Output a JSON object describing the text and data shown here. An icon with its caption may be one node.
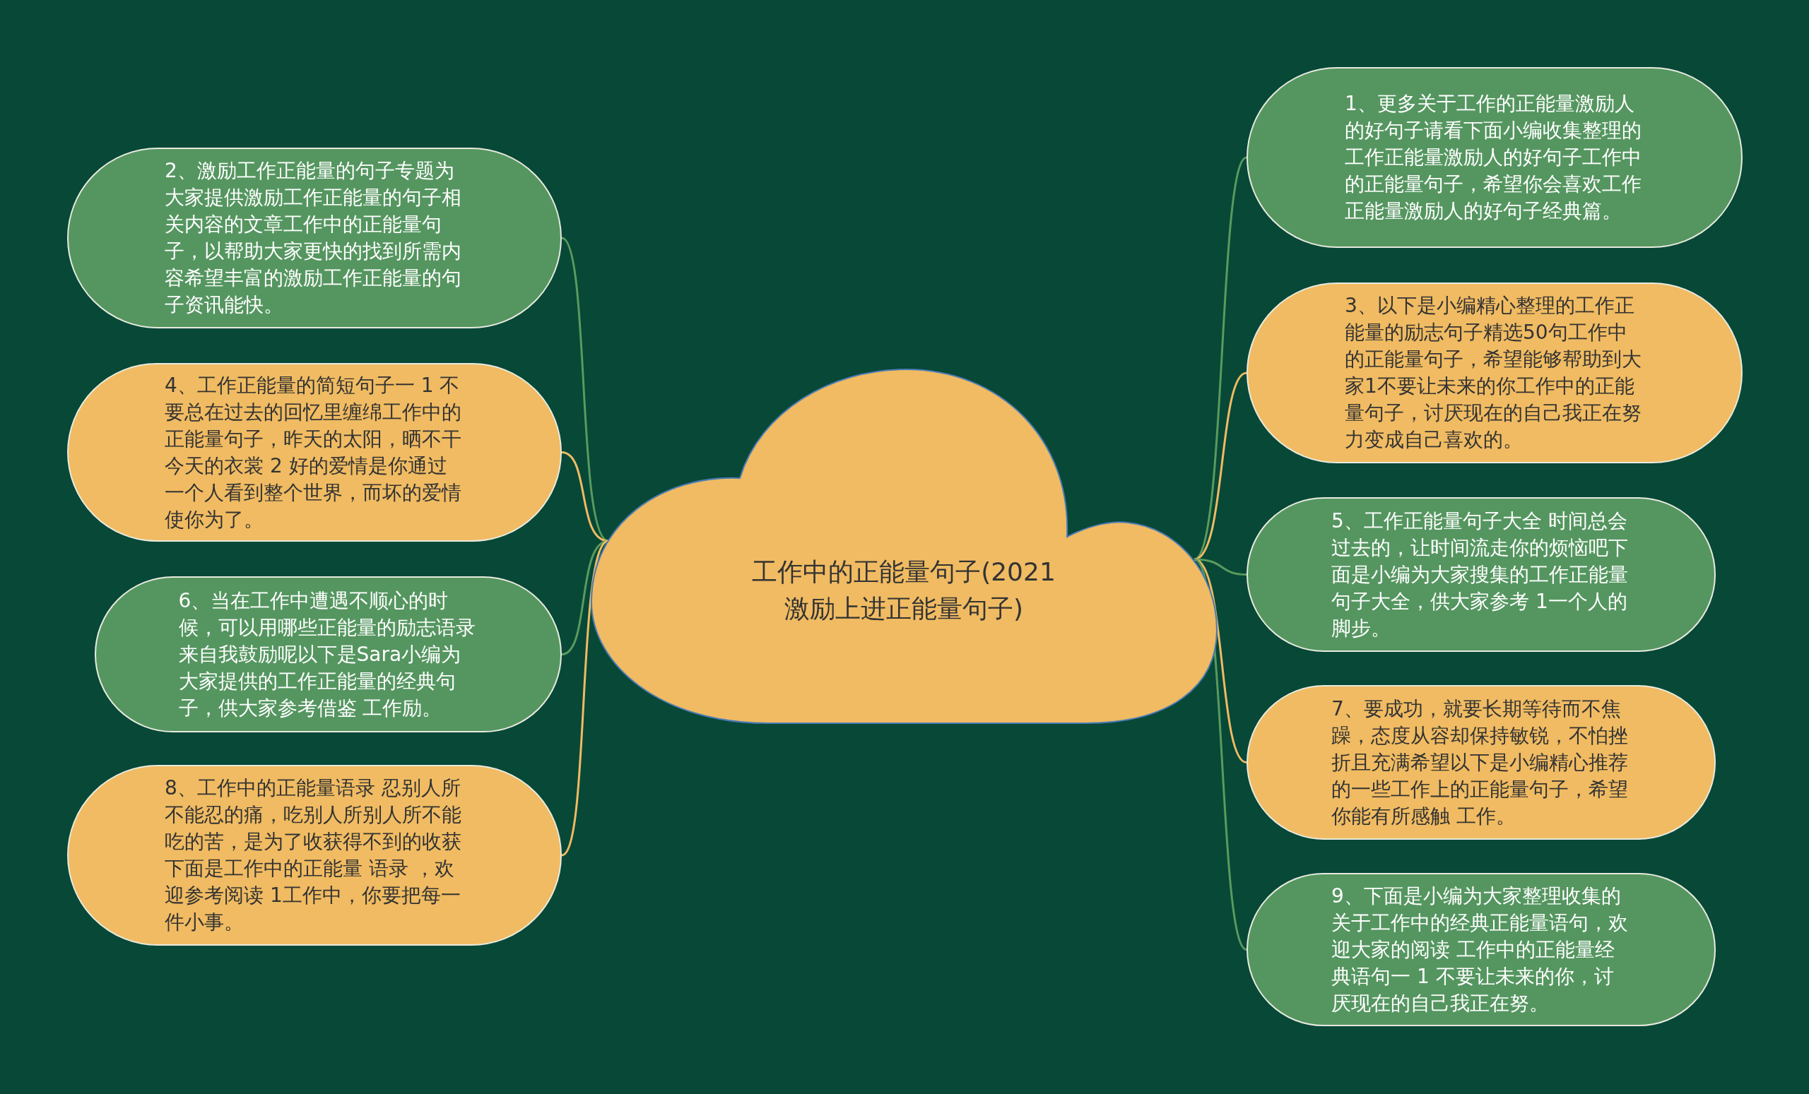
{
  "diagram": {
    "nodes": [
      {
        "text": [
          "工作中的正能量句子(2021激励上进正能量句子)"
        ]
      },
      {
        "text": [
          "1、更多关于工作的正能量激励人的好句子请看下面小编收集整理的工作正能量激励人的好句子工作中的正能量句子，希望你会喜欢工作正能量激励人的好句子经典篇。"
        ]
      },
      {
        "text": [
          "2、激励工作正能量的句子专题为大家提供激励工作正能量的句子相关内容的文章工作中的正能量句子，以帮助大家更快的找到所需内容希望丰富的激励工作正能量的句子资讯能快。"
        ]
      },
      {
        "text": [
          "3、以下是小编精心整理的工作正能量的励志句子精选50句工作中的正能量句子，希望能够帮助到大家1不要让未来的你工作中的正能量句子，讨厌现在的自己我正在努力变成自己喜欢的。"
        ]
      },
      {
        "text": [
          "4、工作正能量的简短句子一 1 不要总在过去的回忆里缠绵工作中的正能量句子，昨天的太阳，晒不干今天的衣裳 2 好的爱情是你通过一个人看到整个世界，而坏的爱情使你为了。"
        ]
      },
      {
        "text": [
          "5、工作正能量句子大全 时间总会过去的，让时间流走你的烦恼吧下面是小编为大家搜集的工作正能量句子大全，供大家参考 1一个人的脚步。"
        ]
      },
      {
        "text": [
          "6、当在工作中遭遇不顺心的时候，可以用哪些正能量的励志语录来自我鼓励呢以下是Sara小编为大家提供的工作正能量的经典句子，供大家参考借鉴 工作励。"
        ]
      },
      {
        "text": [
          "7、要成功，就要长期等待而不焦躁，态度从容却保持敏锐，不怕挫折且充满希望以下是小编精心推荐的一些工作上的正能量句子，希望你能有所感触 工作。"
        ]
      },
      {
        "text": [
          "8、工作中的正能量语录 忍别人所不能忍的痛，吃别人所别人所不能吃的苦，是为了收获得不到的收获下面是工作中的正能量 语录 ，欢迎参考阅读 1工作中，你要把每一件小事。"
        ]
      },
      {
        "text": [
          "9、下面是小编为大家整理收集的关于工作中的经典正能量语句，欢迎大家的阅读 工作中的正能量经典语句一 1 不要让未来的你，讨厌现在的自己我正在努。"
        ]
      }
    ],
    "edges": [
      {
        "from": 0,
        "to": 1,
        "arrow": "none"
      },
      {
        "from": 0,
        "to": 2,
        "arrow": "none"
      },
      {
        "from": 0,
        "to": 3,
        "arrow": "none",
        "color": "#f0bb62"
      },
      {
        "from": 0,
        "to": 4,
        "arrow": "none",
        "color": "#f0bb62"
      },
      {
        "from": 0,
        "to": 5,
        "arrow": "none"
      },
      {
        "from": 0,
        "to": 6,
        "arrow": "none"
      },
      {
        "from": 0,
        "to": 7,
        "arrow": "none",
        "color": "#f0bb62"
      },
      {
        "from": 0,
        "to": 8,
        "arrow": "none",
        "color": "#f0bb62"
      },
      {
        "from": 0,
        "to": 9,
        "arrow": "none"
      }
    ]
  }
}
